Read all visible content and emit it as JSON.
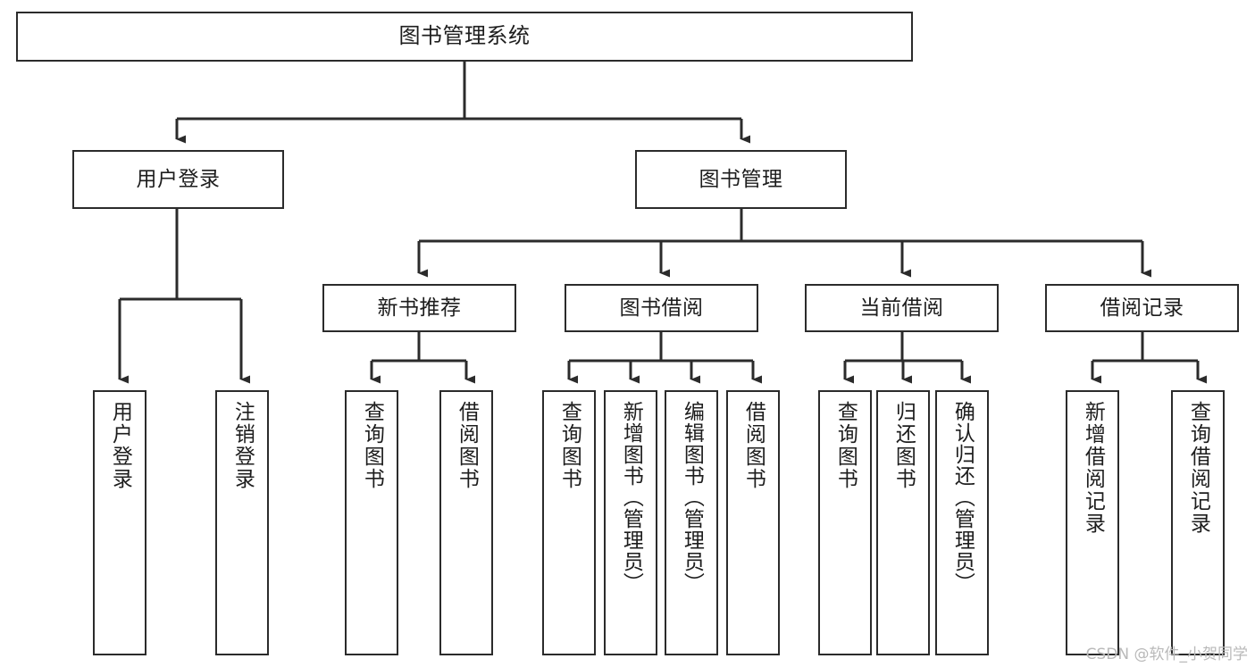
{
  "diagram": {
    "title": "图书管理系统",
    "type": "tree-hierarchy",
    "root": {
      "id": "root",
      "label": "图书管理系统"
    },
    "level2": [
      {
        "id": "user-login",
        "label": "用户登录"
      },
      {
        "id": "book-manage",
        "label": "图书管理"
      }
    ],
    "level3": [
      {
        "id": "new-book-recommend",
        "label": "新书推荐",
        "parent": "book-manage"
      },
      {
        "id": "book-borrow",
        "label": "图书借阅",
        "parent": "book-manage"
      },
      {
        "id": "current-borrow",
        "label": "当前借阅",
        "parent": "book-manage"
      },
      {
        "id": "borrow-record",
        "label": "借阅记录",
        "parent": "book-manage"
      }
    ],
    "leaves": [
      {
        "id": "leaf-user-login",
        "label": "用户登录",
        "parent": "user-login"
      },
      {
        "id": "leaf-logout-login",
        "label": "注销登录",
        "parent": "user-login"
      },
      {
        "id": "leaf-query-book-1",
        "label": "查询图书",
        "parent": "new-book-recommend"
      },
      {
        "id": "leaf-borrow-book-1",
        "label": "借阅图书",
        "parent": "new-book-recommend"
      },
      {
        "id": "leaf-query-book-2",
        "label": "查询图书",
        "parent": "book-borrow"
      },
      {
        "id": "leaf-add-book",
        "label": "新增图书（管理员）",
        "parent": "book-borrow"
      },
      {
        "id": "leaf-edit-book",
        "label": "编辑图书（管理员）",
        "parent": "book-borrow"
      },
      {
        "id": "leaf-borrow-book-2",
        "label": "借阅图书",
        "parent": "book-borrow"
      },
      {
        "id": "leaf-query-book-3",
        "label": "查询图书",
        "parent": "current-borrow"
      },
      {
        "id": "leaf-return-book",
        "label": "归还图书",
        "parent": "current-borrow"
      },
      {
        "id": "leaf-confirm-return",
        "label": "确认归还（管理员）",
        "parent": "current-borrow"
      },
      {
        "id": "leaf-add-record",
        "label": "新增借阅记录",
        "parent": "borrow-record"
      },
      {
        "id": "leaf-query-record",
        "label": "查询借阅记录",
        "parent": "borrow-record"
      }
    ],
    "colors": {
      "stroke": "#2b2b2b",
      "background": "#ffffff",
      "text": "#1d1d1d",
      "watermark": "#b9b9b9"
    }
  },
  "watermark": {
    "text": "CSDN @软件_小贺同学"
  }
}
